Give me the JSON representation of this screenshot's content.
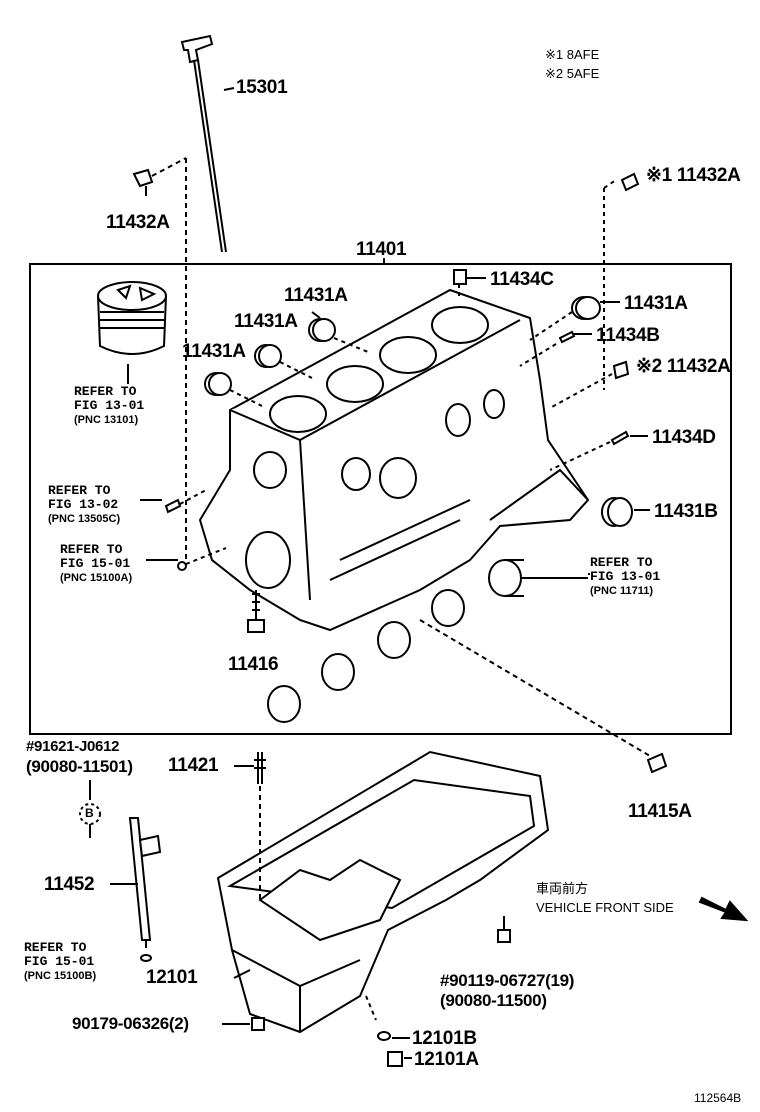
{
  "notes": {
    "note1": "※1 8AFE",
    "note2": "※2 5AFE"
  },
  "labels": {
    "p15301": "15301",
    "p11432a_left": "11432A",
    "p11432a_right1": "※1 11432A",
    "p11401": "11401",
    "p11434c": "11434C",
    "p11431a_1": "11431A",
    "p11431a_2": "11431A",
    "p11431a_3": "11431A",
    "p11431a_4": "11431A",
    "p11434b": "11434B",
    "p11432a_right2": "※2 11432A",
    "p11434d": "11434D",
    "p11431b": "11431B",
    "p11416": "11416",
    "p11421": "11421",
    "p11415a": "11415A",
    "p11452": "11452",
    "p12101": "12101",
    "p12101b": "12101B",
    "p12101a": "12101A",
    "p90179": "90179-06326(2)",
    "p91621": "#91621-J0612",
    "p90080_11501": "(90080-11501)",
    "p90119": "#90119-06727(19)",
    "p90080_11500": "(90080-11500)",
    "circle_b": "B"
  },
  "references": {
    "ref_13_01_a": {
      "line1": "REFER TO",
      "line2": "FIG 13-01",
      "line3": "(PNC 13101)"
    },
    "ref_13_02": {
      "line1": "REFER TO",
      "line2": "FIG 13-02",
      "line3": "(PNC 13505C)"
    },
    "ref_15_01_a": {
      "line1": "REFER TO",
      "line2": "FIG 15-01",
      "line3": "(PNC 15100A)"
    },
    "ref_13_01_b": {
      "line1": "REFER TO",
      "line2": "FIG 13-01",
      "line3": "(PNC 11711)"
    },
    "ref_15_01_b": {
      "line1": "REFER TO",
      "line2": "FIG 15-01",
      "line3": "(PNC 15100B)"
    }
  },
  "front_side": {
    "jp": "車両前方",
    "en": "VEHICLE FRONT SIDE"
  },
  "figure_id": "112564B"
}
